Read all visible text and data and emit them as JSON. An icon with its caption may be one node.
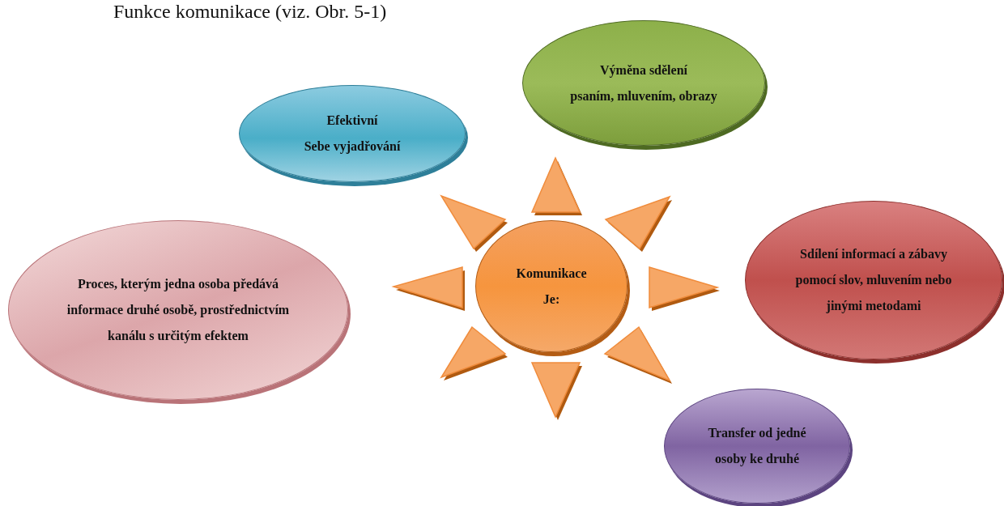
{
  "diagram": {
    "title": "Funkce komunikace (viz. Obr. 5-1)",
    "nodes": [
      {
        "text": [
          "Efektivní",
          "Sebe vyjadřování"
        ]
      },
      {
        "text": [
          "Výměna sdělení",
          "psaním, mluvením, obrazy"
        ]
      },
      {
        "text": [
          "Proces, kterým jedna osoba předává informace druhé osobě, prostřednictvím kanálu s určitým efektem"
        ]
      },
      {
        "text": [
          "Komunikace",
          "Je:"
        ]
      },
      {
        "text": [
          "Sdílení informací a zábavy pomocí slov, mluvením nebo jinými metodami"
        ]
      },
      {
        "text": [
          "Transfer od jedné osoby ke druhé"
        ]
      }
    ]
  }
}
